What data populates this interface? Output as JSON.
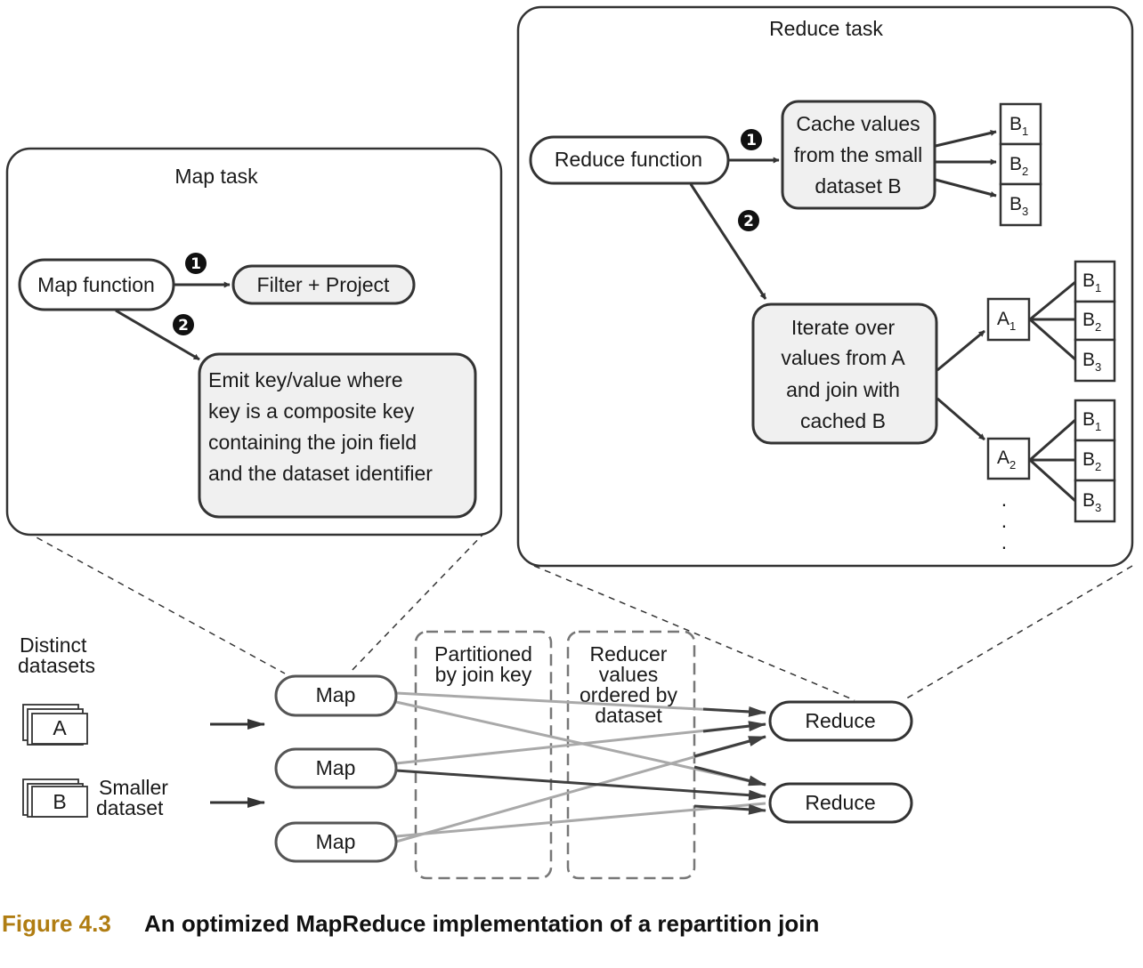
{
  "map_task": {
    "title": "Map task",
    "map_function": "Map function",
    "filter_project": "Filter + Project",
    "emit_lines": [
      "Emit key/value where",
      "key is a composite key",
      "containing the join field",
      "and the dataset identifier"
    ]
  },
  "reduce_task": {
    "title": "Reduce task",
    "reduce_function": "Reduce function",
    "cache_lines": [
      "Cache values",
      "from the small",
      "dataset B"
    ],
    "iterate_lines": [
      "Iterate over",
      "values from A",
      "and join with",
      "cached B"
    ],
    "b_main": "B",
    "a_main": "A",
    "subs": [
      "1",
      "2",
      "3"
    ],
    "ellipsis": "."
  },
  "steps": [
    "1",
    "2"
  ],
  "pipeline": {
    "distinct_line1": "Distinct",
    "distinct_line2": "datasets",
    "dataset_a": "A",
    "dataset_b": "B",
    "smaller_line1": "Smaller",
    "smaller_line2": "dataset",
    "map_label": "Map",
    "reduce_label": "Reduce",
    "partitioned_line1": "Partitioned",
    "partitioned_line2": "by join key",
    "reducer_lines": [
      "Reducer",
      "values",
      "ordered by",
      "dataset"
    ]
  },
  "caption": {
    "figure_label": "Figure 4.3",
    "text": "An optimized MapReduce implementation of a repartition join"
  },
  "colors": {
    "caption_label": "#b07d12",
    "box_fill": "#f0f0f0",
    "stroke": "#333333",
    "light_arrow": "#a9a9a9"
  }
}
